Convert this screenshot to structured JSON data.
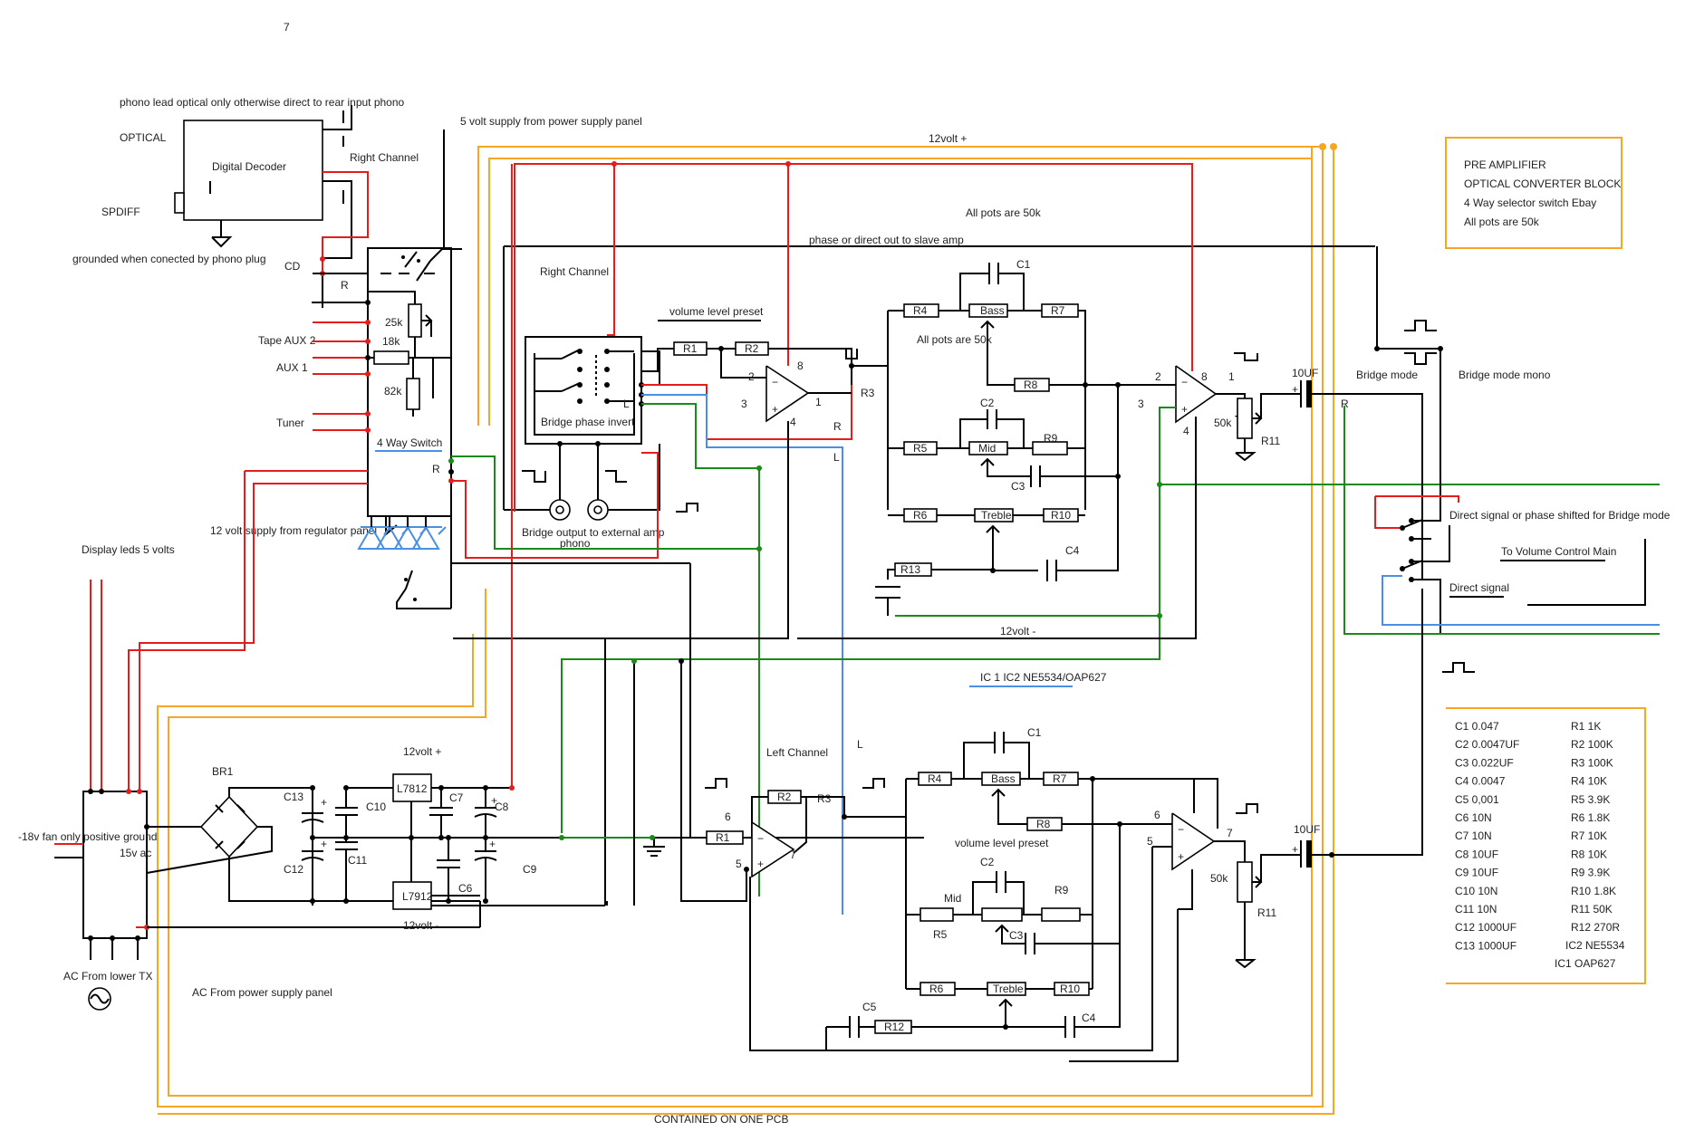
{
  "page_number": "7",
  "top_notes": {
    "phono_lead": "phono lead optical only  otherwise direct to rear input phono",
    "optical": "OPTICAL",
    "spdiff": "SPDIFF",
    "digital_decoder": "Digital Decoder",
    "grounded": "grounded when conected by phono plug",
    "five_volt": "5 volt supply from power supply panel",
    "right_channel_top": "Right Channel",
    "twelve_volt_plus_top": "12volt +",
    "all_pots_top": "All pots are 50k",
    "phase_or_direct": "phase  or direct out to slave amp"
  },
  "inputs": {
    "cd": "CD",
    "r_label": "R",
    "tape_aux2": "Tape  AUX 2",
    "aux1": "AUX 1",
    "tuner": "Tuner",
    "four_way_switch": "4 Way Switch",
    "r_label2": "R",
    "res_25k": "25k",
    "res_18k": "18k",
    "res_82k": "82k",
    "supply_12v": "12 volt supply from regulator panel",
    "display_leds": "Display leds 5 volts"
  },
  "bridge_section": {
    "right_channel": "Right Channel",
    "bridge_phase_invert": "Bridge phase invert",
    "l_label": "L",
    "bridge_output": "Bridge output to external amp",
    "phono": "phono",
    "volume_level_preset": "volume level preset"
  },
  "right_channel": {
    "r1": "R1",
    "r2": "R2",
    "r3": "R3",
    "pin8": "8",
    "pin2": "2",
    "pin3": "3",
    "pin4": "4",
    "pin1": "1",
    "r_out": "R",
    "l_out": "L",
    "r4": "R4",
    "bass": "Bass",
    "r7": "R7",
    "c1": "C1",
    "all_pots": "All pots are 50k",
    "r8": "R8",
    "c2": "C2",
    "r5": "R5",
    "mid": "Mid",
    "r9": "R9",
    "c3": "C3",
    "r6": "R6",
    "treble": "Treble",
    "r10": "R10",
    "r13": "R13",
    "c4": "C4",
    "op2_pin2": "2",
    "op2_pin3": "3",
    "op2_pin8": "8",
    "op2_pin4": "4",
    "op2_pin1": "1",
    "pot_50k": "50k",
    "r11": "R11",
    "cap_10uf": "10UF",
    "out_r": "R",
    "twelve_volt_minus": "12volt -",
    "ic_label": "IC 1 IC2 NE5534/OAP627"
  },
  "bridge_mode": {
    "bridge_mode": "Bridge mode",
    "bridge_mode_mono": "Bridge mode mono",
    "direct_or_phase": "Direct signal or phase shifted for Bridge mode",
    "to_volume": "To Volume Control Main",
    "direct_signal": "Direct signal"
  },
  "info_box": {
    "lines": [
      "PRE AMPLIFIER",
      "OPTICAL CONVERTER BLOCK",
      "4 Way selector switch Ebay",
      "All pots are 50k"
    ]
  },
  "power_supply": {
    "br1": "BR1",
    "fan_note": "-18v fan only positive ground",
    "ac15": "15v ac",
    "c13": "C13",
    "c10": "C10",
    "c12": "C12",
    "c11": "C11",
    "l7812": "L7812",
    "twelve_plus": "12volt +",
    "c7": "C7",
    "c8": "C8",
    "c9": "C9",
    "l7912": "L7912",
    "c6": "C6",
    "twelve_minus": "12volt -",
    "ac_from_lower": "AC  From lower  TX",
    "ac_from_panel": "AC From power supply panel",
    "plus": "+"
  },
  "left_channel": {
    "label": "Left Channel",
    "l_label": "L",
    "r1": "R1",
    "r2": "R2",
    "r3": "R3",
    "pin6": "6",
    "pin5": "5",
    "pin7": "7",
    "r4": "R4",
    "bass": "Bass",
    "r7": "R7",
    "c1": "C1",
    "r8": "R8",
    "volume_level_preset": "volume level preset",
    "c2": "C2",
    "mid": "Mid",
    "r9": "R9",
    "r5": "R5",
    "c3": "C3",
    "r6": "R6",
    "treble": "Treble",
    "r10": "R10",
    "c5": "C5",
    "r12": "R12",
    "c4": "C4",
    "op_pin6": "6",
    "op_pin5": "5",
    "op_pin7": "7",
    "pot_50k": "50k",
    "r11": "R11",
    "cap_10uf": "10UF"
  },
  "parts_list": {
    "caps": [
      "C1  0.047",
      "C2 0.0047UF",
      "C3  0.022UF",
      "C4 0.0047",
      "C5   0,001",
      "C6  10N",
      "C7 10N",
      "C8 10UF",
      "C9 10UF",
      "C10  10N",
      "C11  10N",
      "C12 1000UF",
      "C13  1000UF"
    ],
    "resistors": [
      "R1  1K",
      "R2 100K",
      "R3 100K",
      "R4 10K",
      "R5  3.9K",
      "R6 1.8K",
      "R7 10K",
      "R8 10K",
      "R9 3.9K",
      "R10 1.8K",
      "R11 50K",
      "R12 270R",
      "IC2 NE5534",
      "IC1 OAP627"
    ]
  },
  "footer": "CONTAINED ON ONE PCB"
}
